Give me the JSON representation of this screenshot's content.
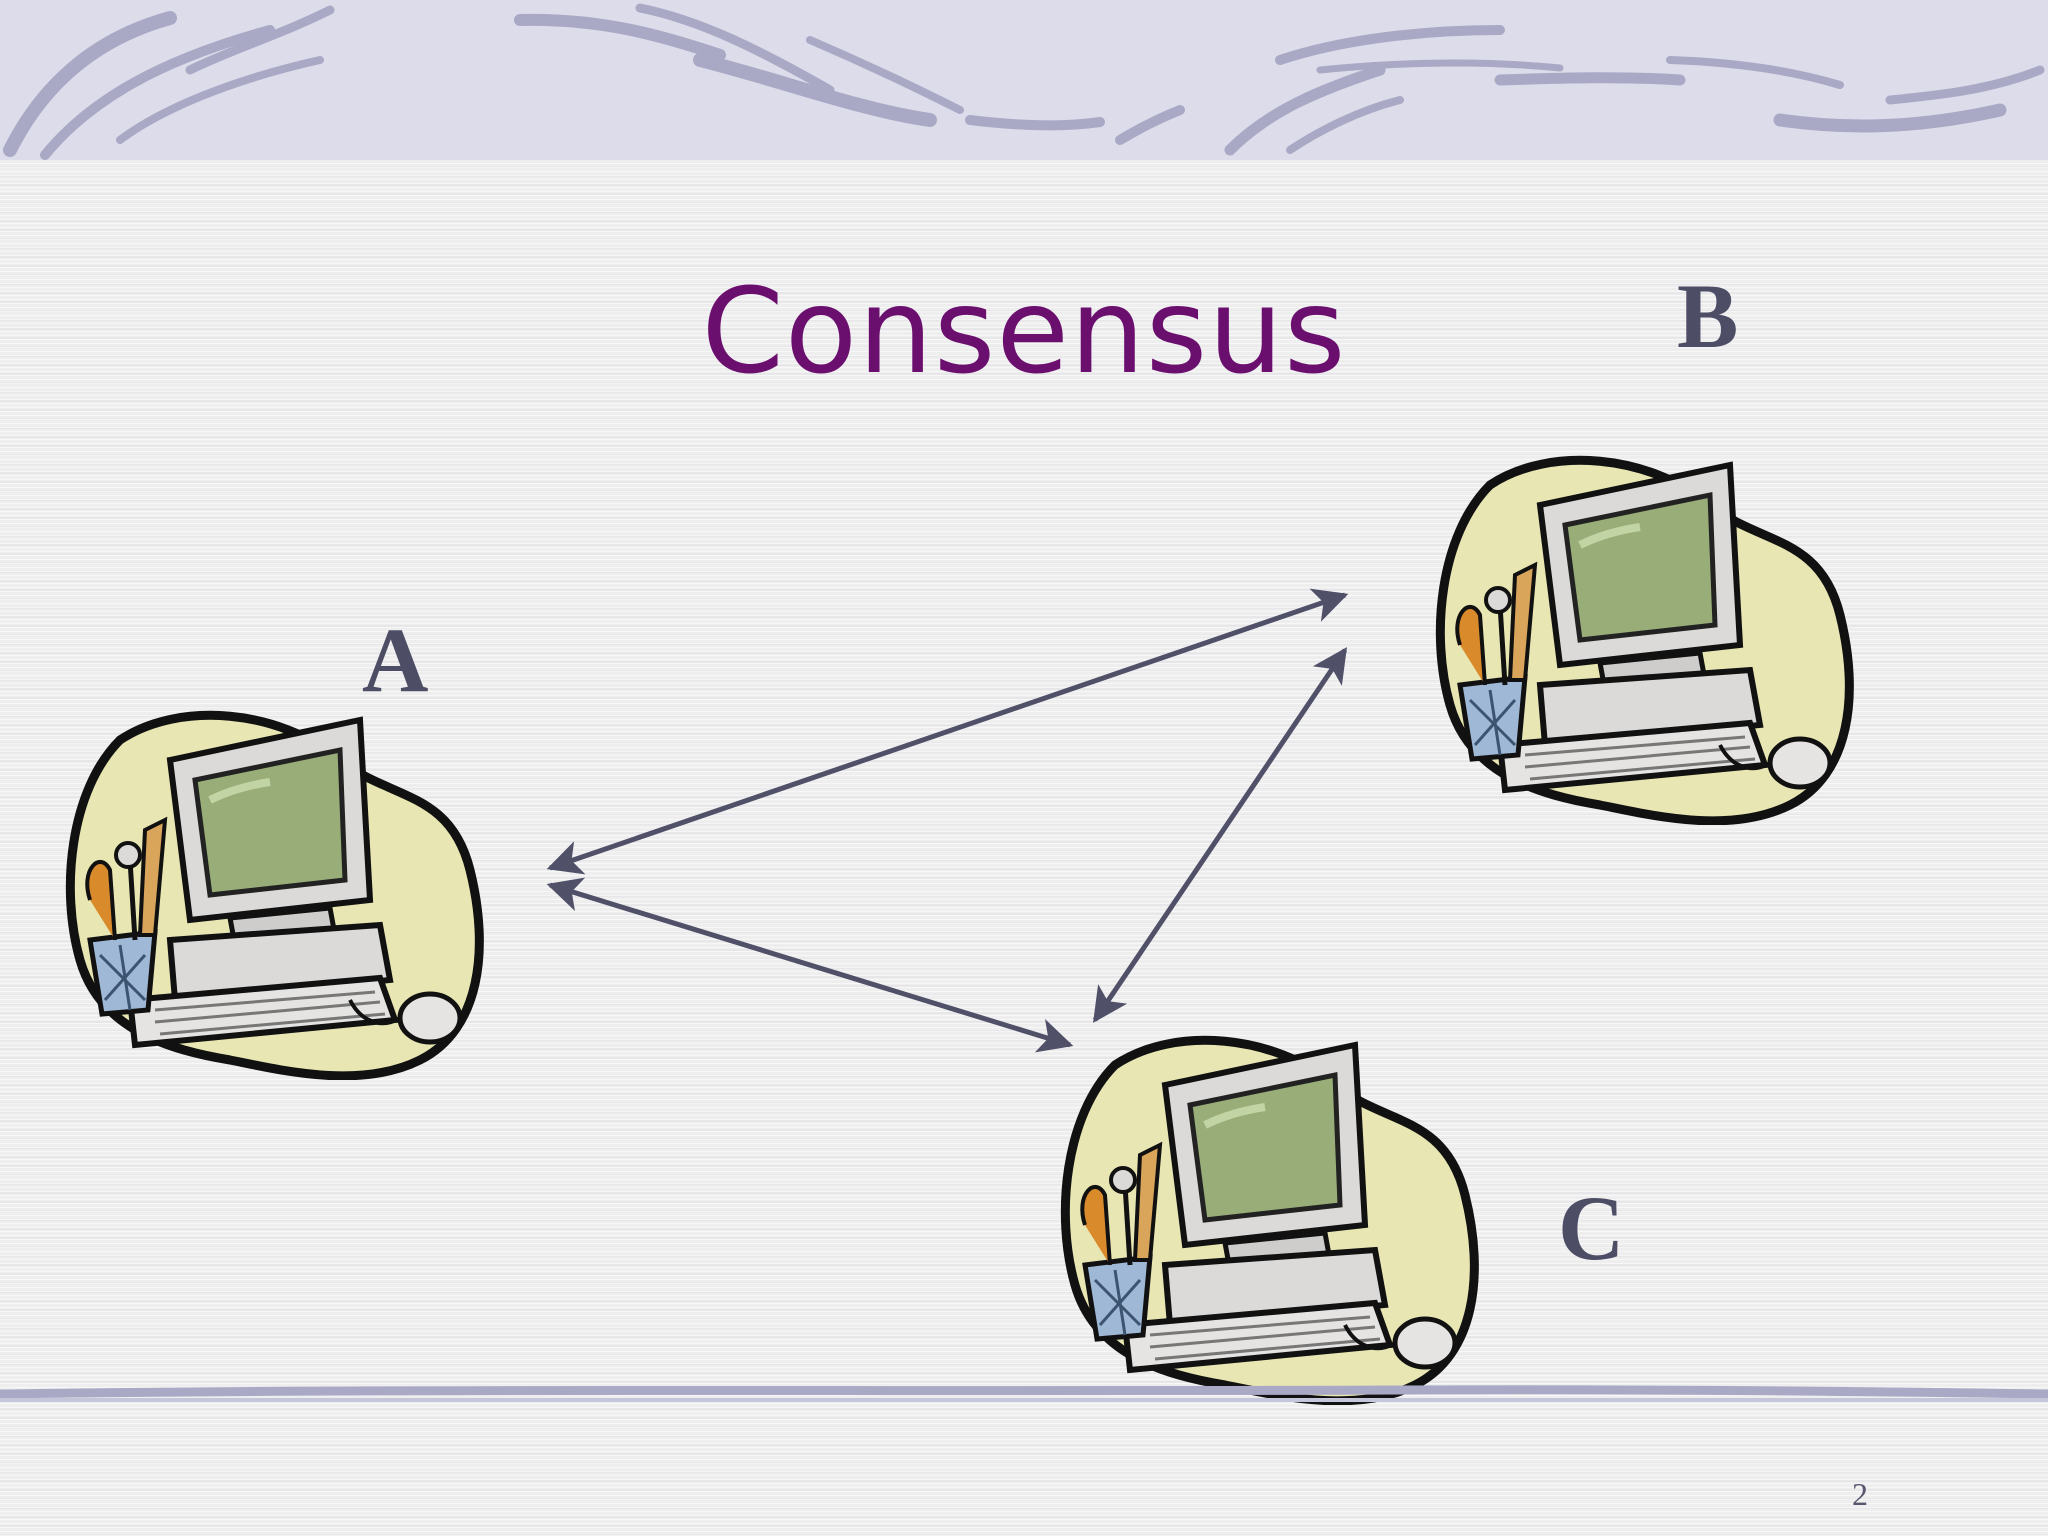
{
  "slide": {
    "title": "Consensus",
    "page_number": "2"
  },
  "nodes": [
    {
      "id": "A",
      "label": "A"
    },
    {
      "id": "B",
      "label": "B"
    },
    {
      "id": "C",
      "label": "C"
    }
  ],
  "edges": [
    {
      "from": "A",
      "to": "B",
      "style": "double-arrow"
    },
    {
      "from": "A",
      "to": "C",
      "style": "double-arrow"
    },
    {
      "from": "B",
      "to": "C",
      "style": "double-arrow"
    }
  ],
  "colors": {
    "title": "#6b0f6e",
    "label": "#4d4d66",
    "arrow": "#505068",
    "band": "#b6b6cf",
    "monitor_screen": "#98ad78",
    "blob": "#e8e6b2"
  },
  "icons": [
    "computer-icon"
  ]
}
